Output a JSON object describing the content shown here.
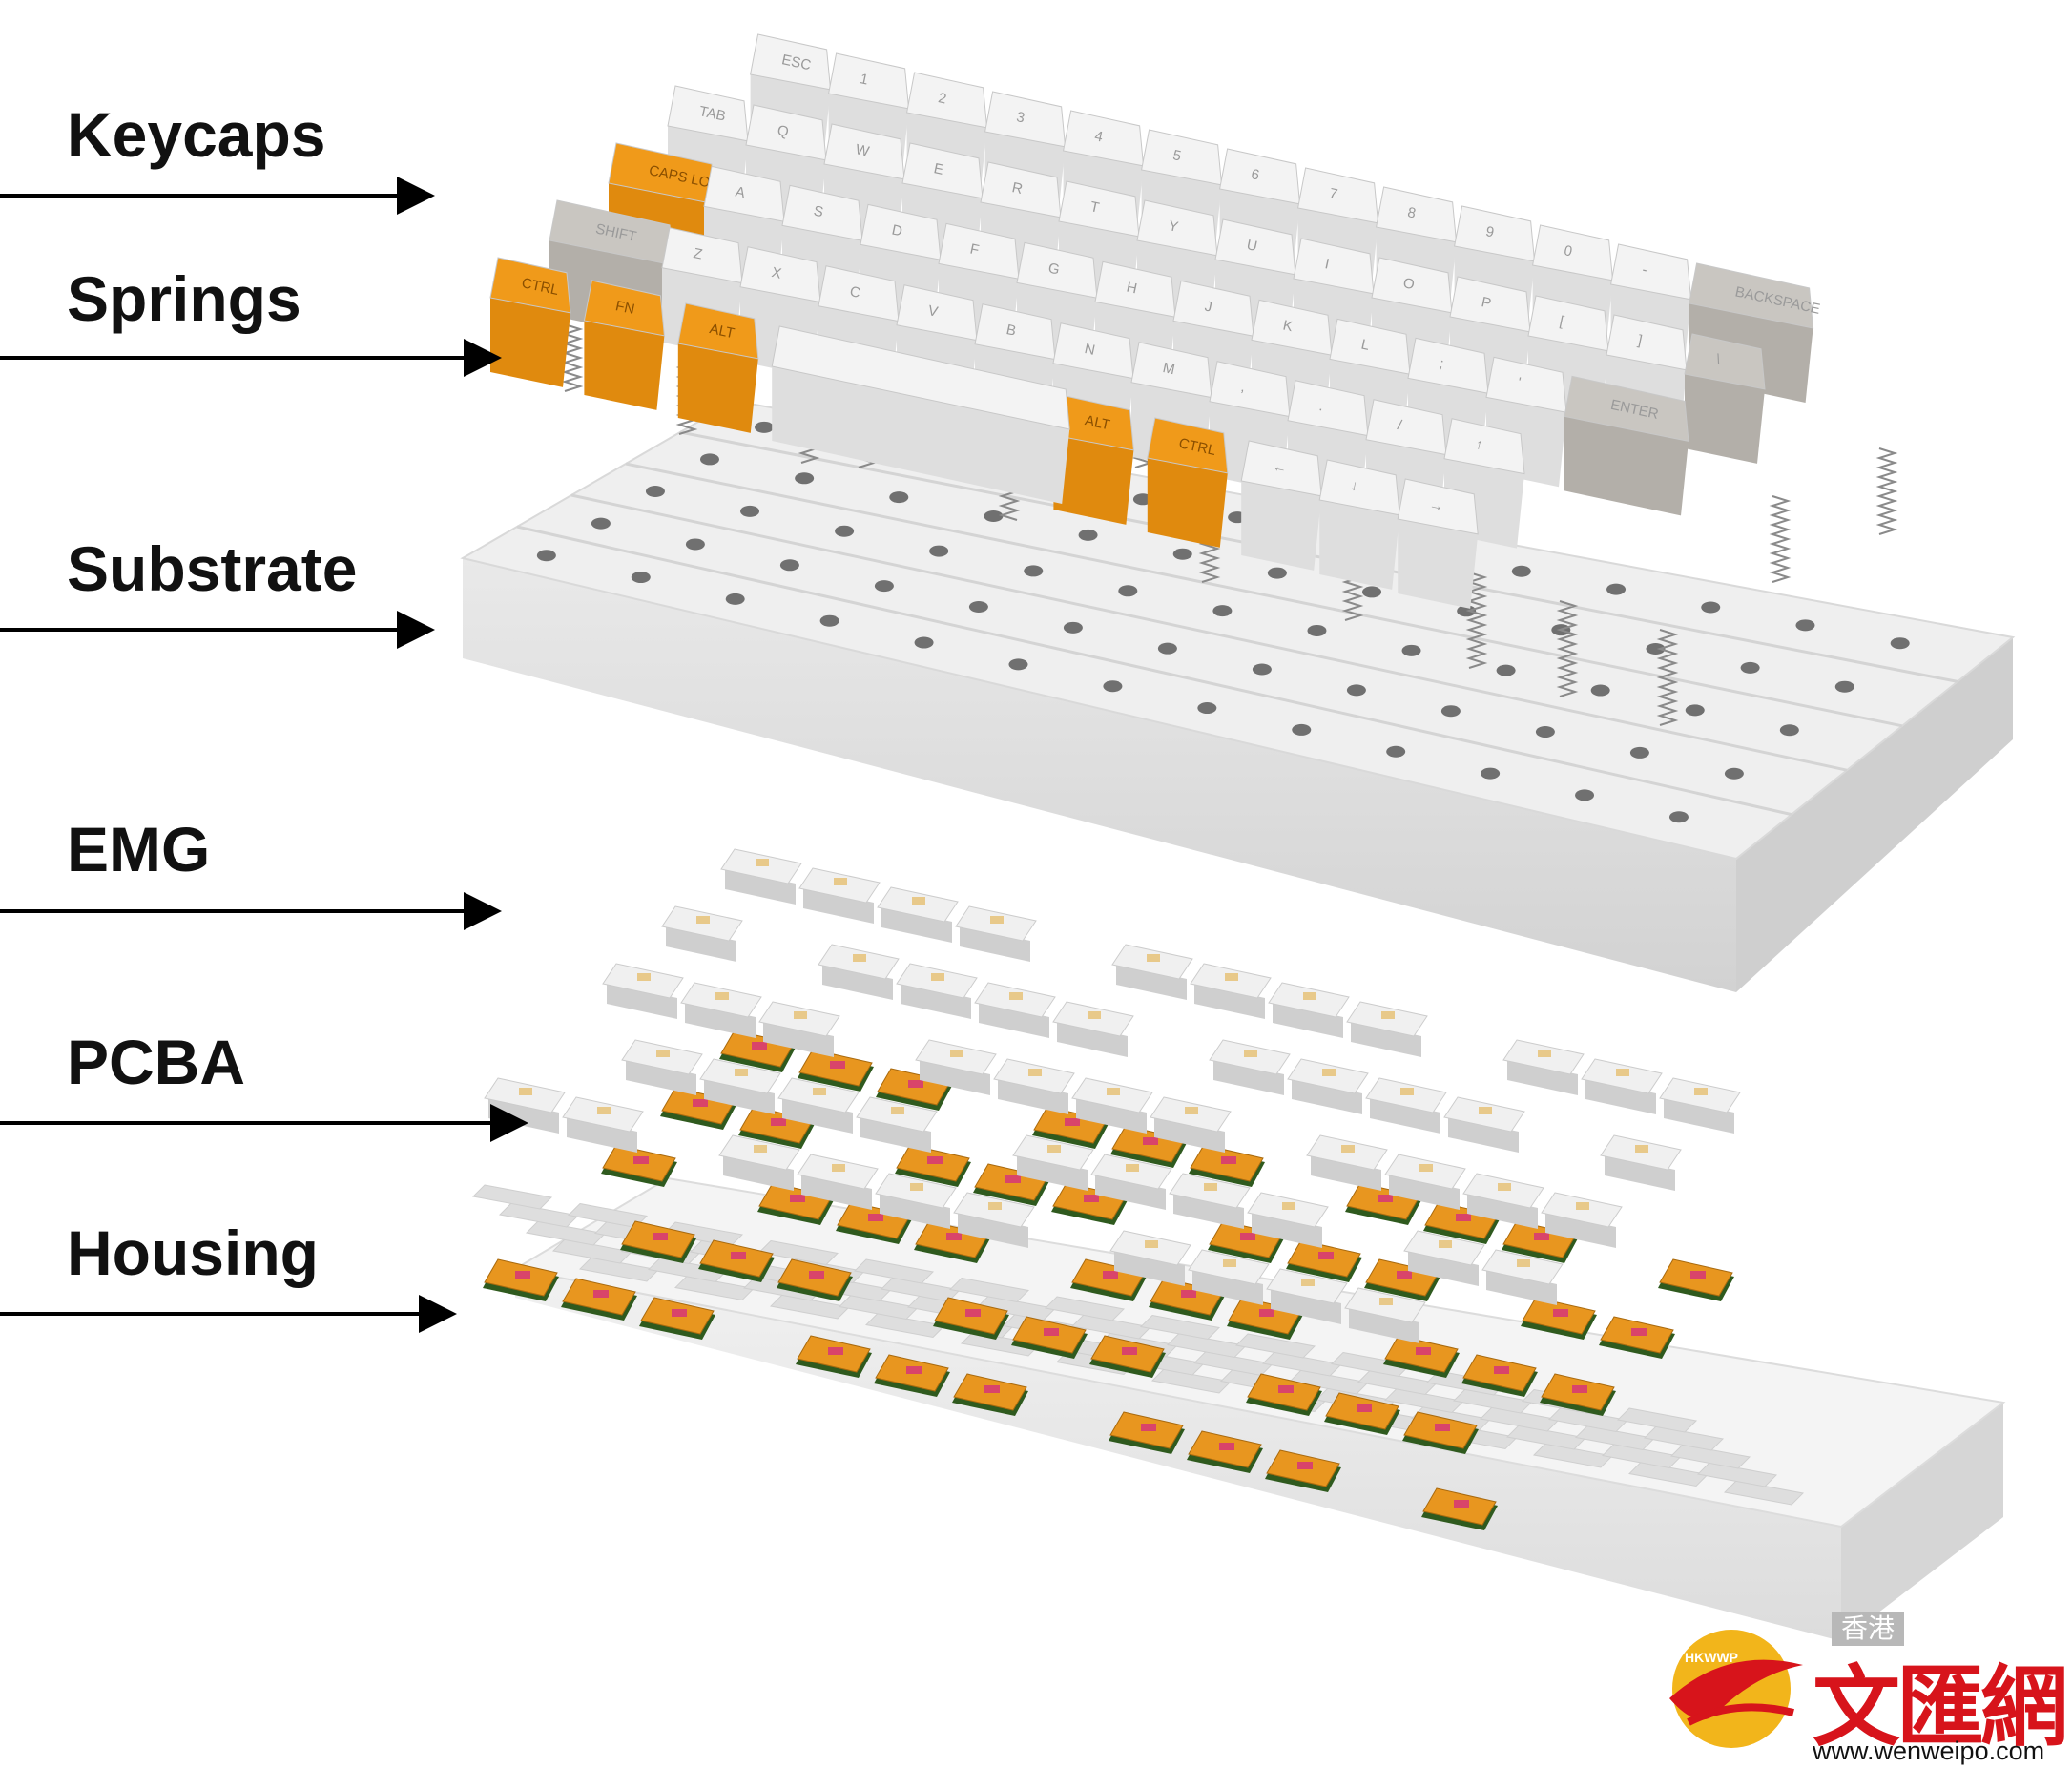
{
  "labels": [
    "Keycaps",
    "Springs",
    "Substrate",
    "EMG",
    "PCBA",
    "Housing"
  ],
  "keys": {
    "row0": [
      "ESC",
      "1",
      "2",
      "3",
      "4",
      "5",
      "6",
      "7",
      "8",
      "9",
      "0",
      "-",
      "BACKSPACE"
    ],
    "row1": [
      "TAB",
      "Q",
      "W",
      "E",
      "R",
      "T",
      "Y",
      "U",
      "I",
      "O",
      "P",
      "[",
      "]",
      "\\"
    ],
    "row2": [
      "CAPS LOCK",
      "A",
      "S",
      "D",
      "F",
      "G",
      "H",
      "J",
      "K",
      "L",
      ";",
      "'",
      "ENTER"
    ],
    "row3": [
      "SHIFT",
      "Z",
      "X",
      "C",
      "V",
      "B",
      "N",
      "M",
      ",",
      ".",
      "/",
      "↑"
    ],
    "row4": [
      "CTRL",
      "FN",
      "ALT",
      "ALT",
      "CTRL",
      "←",
      "↓",
      "→"
    ]
  },
  "colors": {
    "keycap_white": "#f3f3f3",
    "keycap_orange": "#f09a1a",
    "keycap_gray": "#c9c6c1",
    "pcb_orange": "#e8961f",
    "pcb_green": "#2f5a1e",
    "substrate": "#e6e6e6",
    "housing": "#ececec",
    "arrow": "#000000",
    "logo_red": "#d7141b"
  },
  "logo": {
    "badge": "HKWWP",
    "small": "香港",
    "chinese": "文匯網",
    "url": "www.wenweipo.com"
  }
}
